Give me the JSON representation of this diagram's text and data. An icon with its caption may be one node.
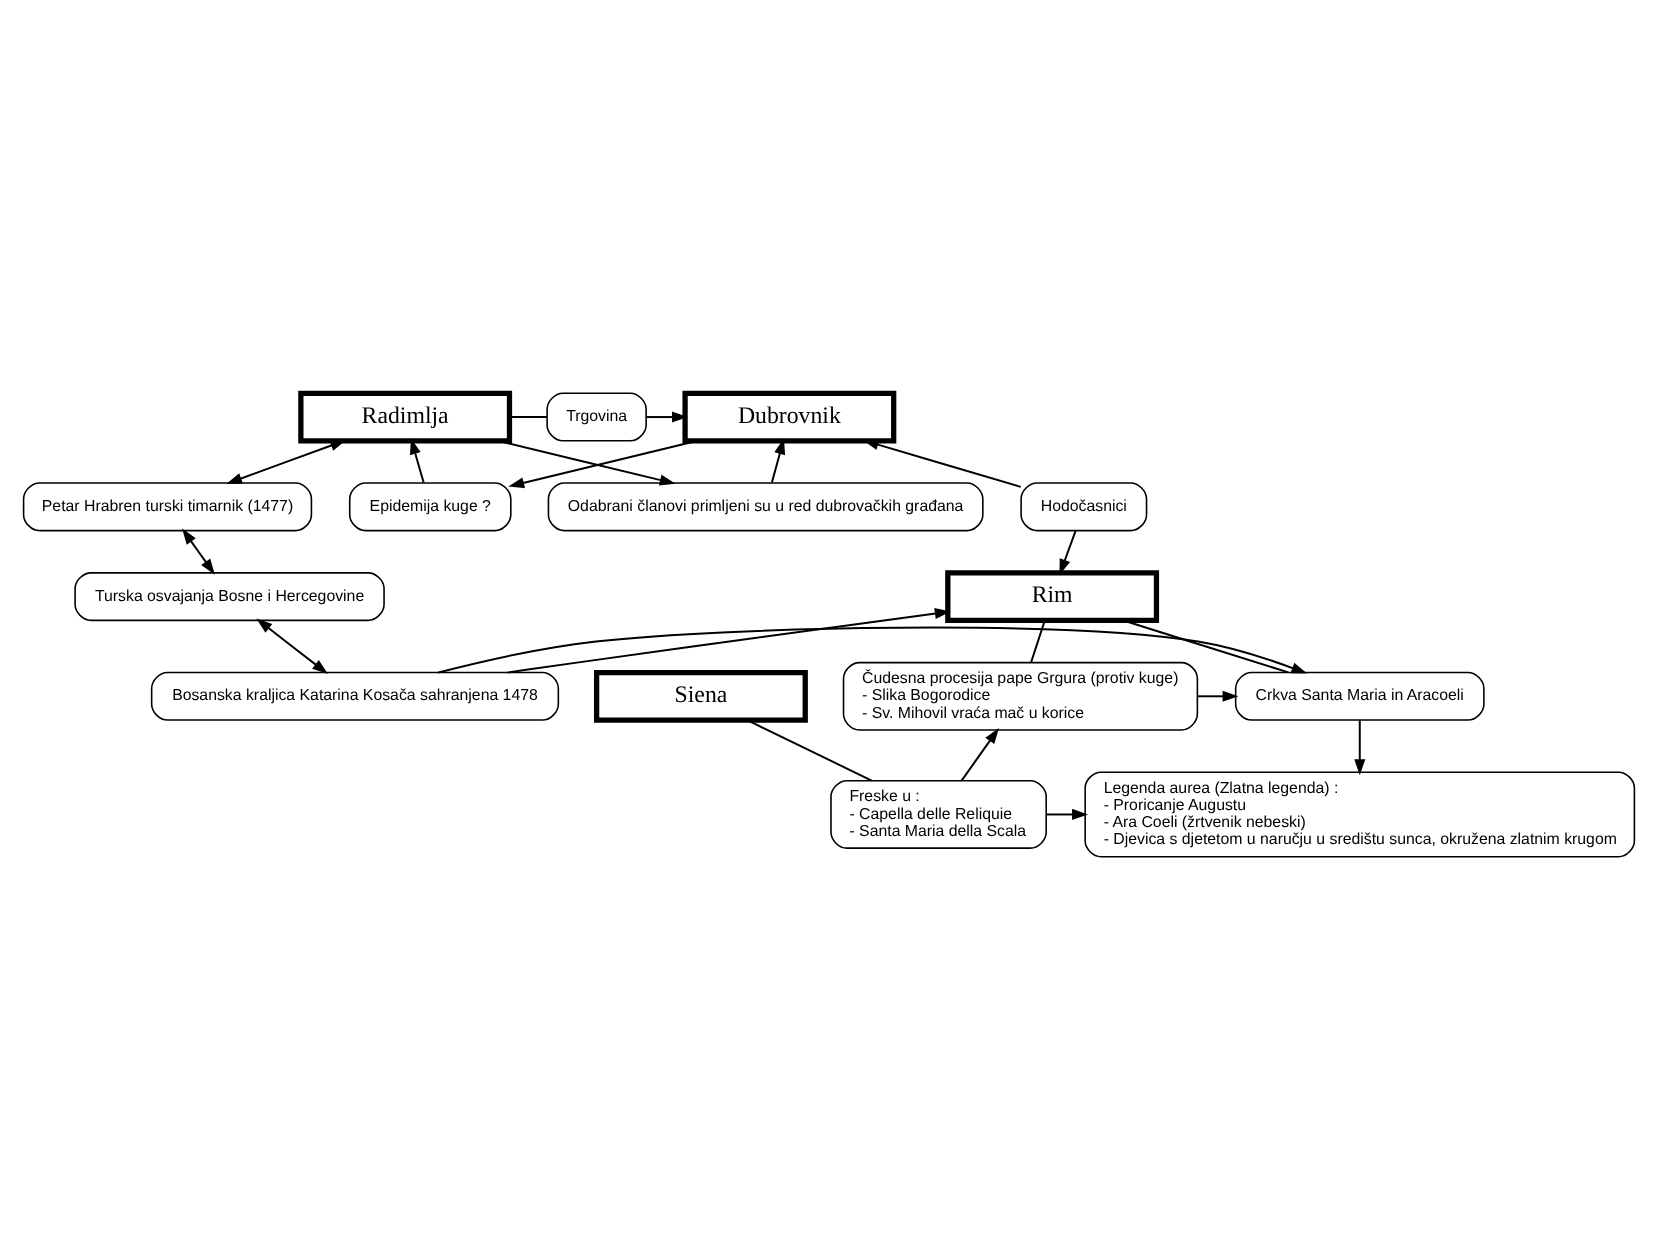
{
  "diagram": {
    "nodes": [
      {
        "text": [
          "Radimlja"
        ]
      },
      {
        "text": [
          "Trgovina"
        ]
      },
      {
        "text": [
          "Dubrovnik"
        ]
      },
      {
        "text": [
          "Epidemija kuge ?"
        ]
      },
      {
        "text": [
          "Petar Hrabren turski timarnik (1477)"
        ]
      },
      {
        "text": [
          "Odabrani članovi primljeni su u red dubrovačkih građana"
        ]
      },
      {
        "text": [
          "Hodočasnici"
        ]
      },
      {
        "text": [
          "Turska osvajanja Bosne i Hercegovine"
        ]
      },
      {
        "text": [
          "Rim"
        ]
      },
      {
        "text": [
          "Čudesna procesija pape Grgura (protiv kuge)",
          "- Slika Bogorodice",
          "- Sv. Mihovil vraća mač u korice"
        ]
      },
      {
        "text": [
          "Bosanska kraljica Katarina Kosača sahranjena 1478"
        ]
      },
      {
        "text": [
          "Crkva Santa Maria in Aracoeli"
        ]
      },
      {
        "text": [
          "Siena"
        ]
      },
      {
        "text": [
          "Freske u :",
          "- Capella delle Reliquie",
          "- Santa Maria della Scala"
        ]
      },
      {
        "text": [
          "Legenda aurea (Zlatna legenda) :",
          "- Proricanje Augustu",
          "- Ara Coeli (žrtvenik nebeski)",
          "- Djevica s djetetom u naručju u središtu sunca, okružena zlatnim krugom"
        ]
      }
    ],
    "edges": [
      {
        "from": 0,
        "to": 1,
        "arrow": "none"
      },
      {
        "from": 1,
        "to": 2,
        "arrow": "to"
      },
      {
        "from": 2,
        "to": 3,
        "arrow": "to"
      },
      {
        "from": 3,
        "to": 0,
        "arrow": "to"
      },
      {
        "from": 0,
        "to": 5,
        "arrow": "to"
      },
      {
        "from": 5,
        "to": 2,
        "arrow": "to"
      },
      {
        "from": 0,
        "to": 4,
        "arrow": "both"
      },
      {
        "from": 4,
        "to": 7,
        "arrow": "both"
      },
      {
        "from": 7,
        "to": 10,
        "arrow": "both"
      },
      {
        "from": 6,
        "to": 2,
        "arrow": "to"
      },
      {
        "from": 6,
        "to": 8,
        "arrow": "to"
      },
      {
        "from": 10,
        "to": 8,
        "arrow": "to"
      },
      {
        "from": 8,
        "to": 11,
        "arrow": "none"
      },
      {
        "from": 10,
        "to": 11,
        "arrow": "to"
      },
      {
        "from": 8,
        "to": 9,
        "arrow": "none"
      },
      {
        "from": 9,
        "to": 11,
        "arrow": "to"
      },
      {
        "from": 11,
        "to": 14,
        "arrow": "to"
      },
      {
        "from": 12,
        "to": 13,
        "arrow": "none"
      },
      {
        "from": 13,
        "to": 9,
        "arrow": "to"
      },
      {
        "from": 13,
        "to": 14,
        "arrow": "to"
      }
    ]
  }
}
